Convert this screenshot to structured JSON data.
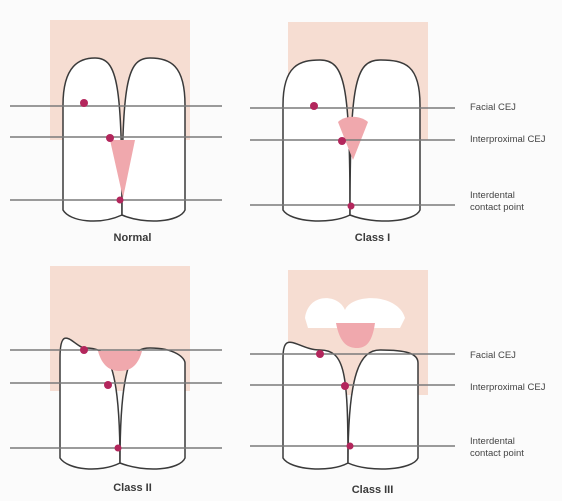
{
  "panels": [
    {
      "id": "normal",
      "title": "Normal"
    },
    {
      "id": "class1",
      "title": "Class I"
    },
    {
      "id": "class2",
      "title": "Class II"
    },
    {
      "id": "class3",
      "title": "Class III"
    }
  ],
  "labels": {
    "facial_cej": "Facial CEJ",
    "interproximal_cej": "Interproximal CEJ",
    "interdental_contact": [
      "Interdental",
      "contact point"
    ]
  },
  "colors": {
    "papilla_band": "#f6ddd2",
    "papilla_pink": "#f0a8ad",
    "point_magenta": "#b3265c",
    "line_gray": "#7a7a7a",
    "tooth_outline": "#3a3a3a"
  }
}
